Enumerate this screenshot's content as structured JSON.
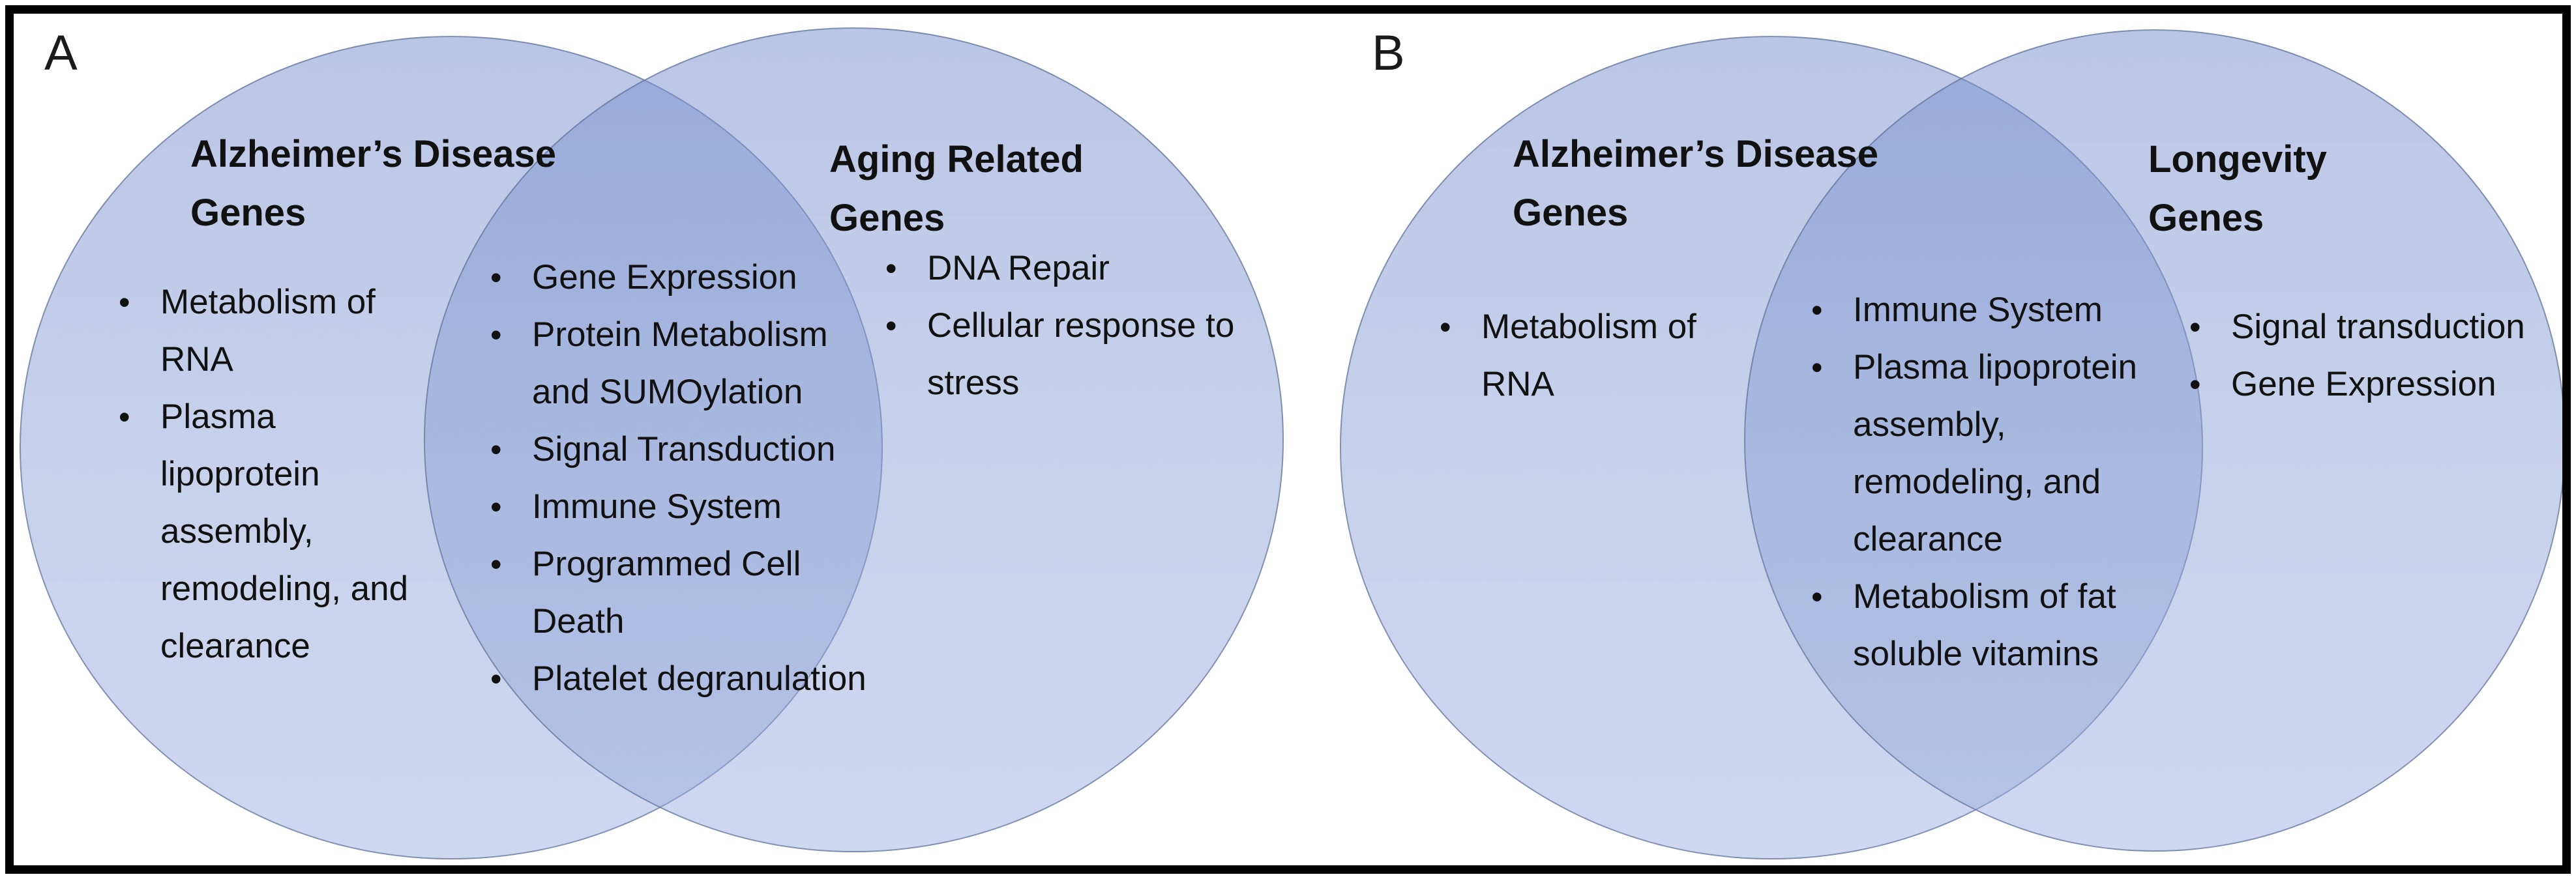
{
  "figure": {
    "type": "venn",
    "bullet_glyph": "•",
    "colors": {
      "circle_fill_light": "#c6d1ec",
      "circle_fill_overlap": "#a7b9e0",
      "circle_stroke": "#5c6c94",
      "frame": "#000000",
      "background": "#ffffff",
      "text": "#111111"
    },
    "panels": [
      {
        "label": "A",
        "left": {
          "title": "Alzheimer’s Disease Genes",
          "items": [
            "Metabolism of RNA",
            "Plasma lipoprotein assembly, remodeling, and clearance"
          ]
        },
        "middle": {
          "items": [
            "Gene Expression",
            "Protein Metabolism and SUMOylation",
            "Signal Transduction",
            "Immune System",
            "Programmed Cell Death",
            "Platelet degranulation"
          ]
        },
        "right": {
          "title": "Aging Related Genes",
          "items": [
            "DNA Repair",
            "Cellular response to stress"
          ]
        }
      },
      {
        "label": "B",
        "left": {
          "title": "Alzheimer’s Disease Genes",
          "items": [
            "Metabolism of RNA"
          ]
        },
        "middle": {
          "items": [
            "Immune System",
            "Plasma lipoprotein assembly, remodeling, and clearance",
            "Metabolism of fat soluble vitamins"
          ]
        },
        "right": {
          "title": "Longevity Genes",
          "items": [
            "Signal transduction",
            "Gene Expression"
          ]
        }
      }
    ]
  }
}
